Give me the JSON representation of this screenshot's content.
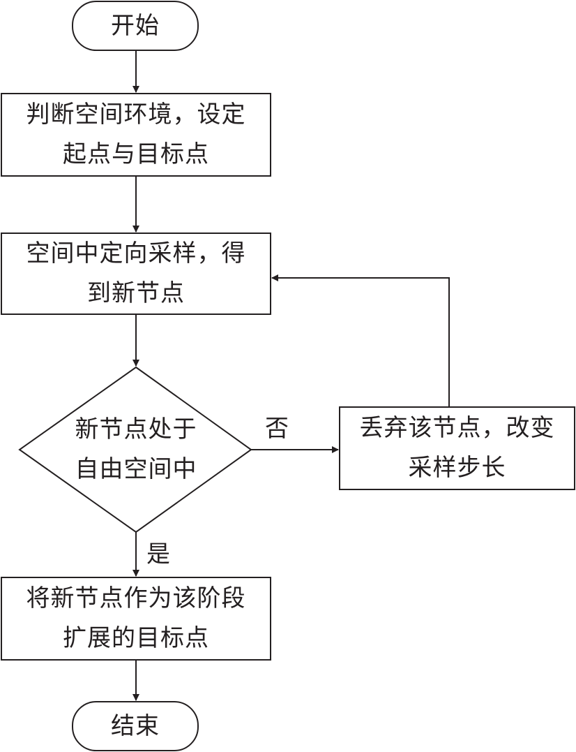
{
  "nodes": {
    "start": {
      "text": "开始"
    },
    "judge_env": {
      "line1": "判断空间环境，设定",
      "line2": "起点与目标点"
    },
    "sample": {
      "line1": "空间中定向采样，得",
      "line2": "到新节点"
    },
    "decision": {
      "line1": "新节点处于",
      "line2": "自由空间中"
    },
    "discard": {
      "line1": "丢弃该节点，改变",
      "line2": "采样步长"
    },
    "set_target": {
      "line1": "将新节点作为该阶段",
      "line2": "扩展的目标点"
    },
    "end": {
      "text": "结束"
    }
  },
  "edges": {
    "no_label": "否",
    "yes_label": "是"
  },
  "colors": {
    "stroke": "#231f20",
    "text": "#231f20",
    "background": "#ffffff"
  }
}
